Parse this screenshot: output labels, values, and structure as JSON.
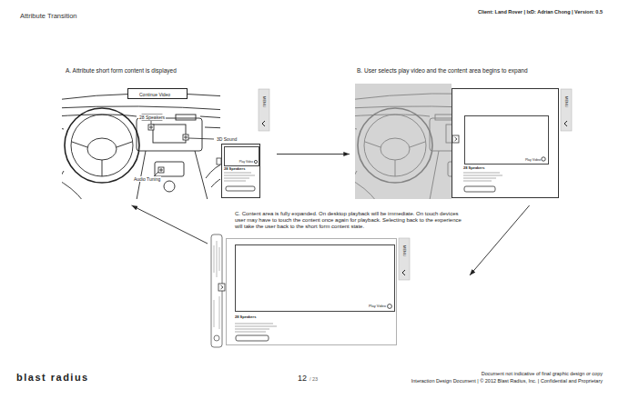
{
  "diagram": {
    "title": "Attribute Transition",
    "nodes": [
      {
        "text": [
          "A. Attribute short form content is displayed"
        ]
      },
      {
        "text": [
          "Continue Video"
        ],
        "in": 0
      },
      {
        "text": [
          "MENU"
        ],
        "in": 0
      },
      {
        "text": [
          "28 Speakers"
        ],
        "in": 0
      },
      {
        "text": [
          "Play Video"
        ],
        "in": 3
      },
      {
        "text": [
          "B. User selects play video and the content area begins to expand"
        ]
      },
      {
        "text": [
          "MENU"
        ],
        "in": 5
      },
      {
        "text": [
          "28 Speakers"
        ],
        "in": 5
      },
      {
        "text": [
          "Play Video"
        ],
        "in": 7
      },
      {
        "text": [
          "C. Content area is fully expanded. On desktop playback will be immediate. On touch devices user may have to touch the content once again for playback. Selecting back to the experience will take the user back to the short form content state."
        ]
      },
      {
        "text": [
          "MENU"
        ],
        "in": 9
      },
      {
        "text": [
          "28 Speakers"
        ],
        "in": 9
      },
      {
        "text": [
          "Play Video"
        ],
        "in": 11
      }
    ],
    "edges": [
      {
        "from": 0,
        "to": 5,
        "arrow": "to"
      },
      {
        "from": 5,
        "to": 9,
        "arrow": "to"
      },
      {
        "from": 9,
        "to": 0,
        "arrow": "to"
      }
    ],
    "labels": [
      "Client: Land Rover | IxD: Adrian Chong | Version: 0.5",
      "28 Speakers",
      "3D Sound",
      "Audio Tuning",
      "blast radius",
      "12",
      "/ 23",
      "Document not indicative of final graphic design or copy",
      "Interaction Design Document | © 2012 Blast Radius, Inc. | Confidential and Proprietary"
    ]
  }
}
